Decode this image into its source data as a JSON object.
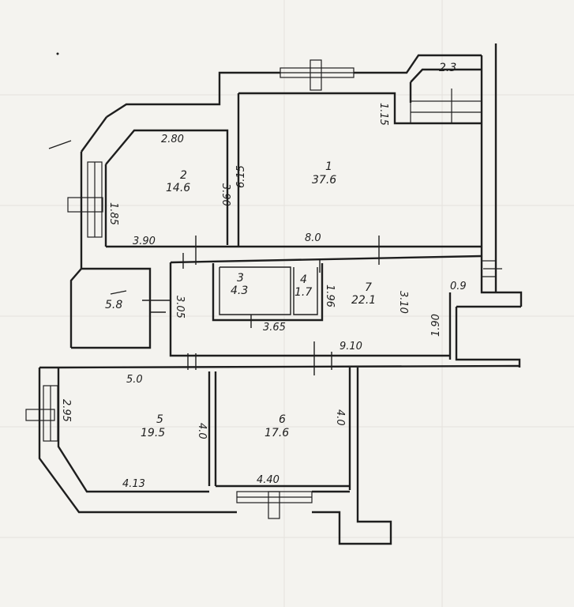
{
  "rooms": [
    {
      "id": "room-2",
      "number": "2",
      "area": "14.6"
    },
    {
      "id": "room-1",
      "number": "1",
      "area": "37.6"
    },
    {
      "id": "room-3",
      "number": "3",
      "area": "4.3"
    },
    {
      "id": "room-4",
      "number": "4",
      "area": "1.7"
    },
    {
      "id": "room-7",
      "number": "7",
      "area": "22.1"
    },
    {
      "id": "room-unnumbered",
      "number": "",
      "area": "5.8"
    },
    {
      "id": "room-5",
      "number": "5",
      "area": "19.5"
    },
    {
      "id": "room-6",
      "number": "6",
      "area": "17.6"
    },
    {
      "id": "room-balcony",
      "number": "",
      "area": "2.3"
    }
  ],
  "dimensions": [
    "2.80",
    "3.90",
    "1.85",
    "3.90",
    "6.15",
    "1.15",
    "8.0",
    "3.05",
    "3.65",
    "1.96",
    "3.10",
    "0.9",
    "1.90",
    "9.10",
    "5.0",
    "2.95",
    "4.0",
    "4.0",
    "4.13",
    "4.40"
  ]
}
